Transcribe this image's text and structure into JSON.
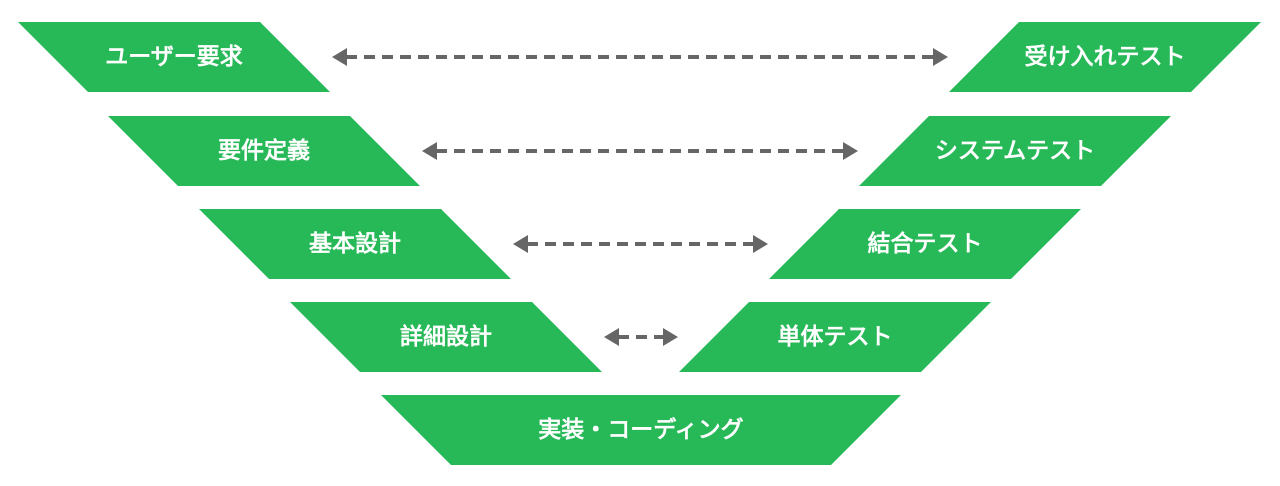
{
  "diagram": {
    "left_stages": [
      {
        "label": "ユーザー要求"
      },
      {
        "label": "要件定義"
      },
      {
        "label": "基本設計"
      },
      {
        "label": "詳細設計"
      }
    ],
    "right_stages": [
      {
        "label": "受け入れテスト"
      },
      {
        "label": "システムテスト"
      },
      {
        "label": "結合テスト"
      },
      {
        "label": "単体テスト"
      }
    ],
    "bottom_stage": {
      "label": "実装・コーディング"
    },
    "connectors": [
      {
        "from": "ユーザー要求",
        "to": "受け入れテスト",
        "direction": "bidirectional"
      },
      {
        "from": "要件定義",
        "to": "システムテスト",
        "direction": "bidirectional"
      },
      {
        "from": "基本設計",
        "to": "結合テスト",
        "direction": "bidirectional"
      },
      {
        "from": "詳細設計",
        "to": "単体テスト",
        "direction": "bidirectional"
      }
    ],
    "colors": {
      "box_fill": "#27b857",
      "label_text": "#ffffff",
      "connector": "#666666"
    }
  }
}
